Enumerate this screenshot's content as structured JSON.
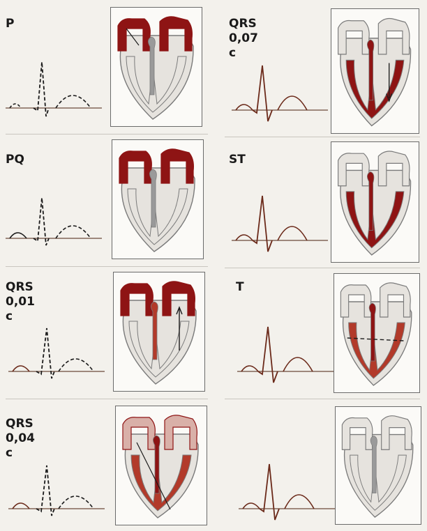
{
  "panels": [
    {
      "label": "P",
      "atria": "active-partial",
      "ventricles": "rest",
      "septum": "rest",
      "vector": "atrial",
      "ecg": "p"
    },
    {
      "label": "PQ",
      "atria": "active",
      "ventricles": "rest",
      "septum": "rest",
      "vector": "none",
      "ecg": "pq"
    },
    {
      "label": "QRS\n0,01 c",
      "atria": "active",
      "ventricles": "rest",
      "septum": "early",
      "vector": "up-septum",
      "ecg": "qrs"
    },
    {
      "label": "QRS\n0,04 c",
      "atria": "fading",
      "ventricles": "left-partial",
      "septum": "active",
      "vector": "down-left",
      "ecg": "qrs"
    },
    {
      "label": "QRS\n0,07 c",
      "atria": "rest",
      "ventricles": "active",
      "septum": "active",
      "vector": "down",
      "ecg": "qrs-solid"
    },
    {
      "label": "ST",
      "atria": "rest",
      "ventricles": "active",
      "septum": "active",
      "vector": "none",
      "ecg": "qrs-solid"
    },
    {
      "label": "T",
      "atria": "rest",
      "ventricles": "fading",
      "septum": "active",
      "vector": "horizontal",
      "ecg": "qrs-solid"
    },
    {
      "label": "",
      "atria": "rest",
      "ventricles": "rest",
      "septum": "rest",
      "vector": "none",
      "ecg": "qrs-solid"
    }
  ],
  "colors": {
    "active": "#8e1414",
    "active_light": "#b23a2a",
    "rest_fill": "#e6e3de",
    "outline": "#7a7a7a",
    "ecg_solid": "#6b2a1a",
    "ecg_dash": "#1a1a1a",
    "box_border": "#6a6a6a"
  }
}
